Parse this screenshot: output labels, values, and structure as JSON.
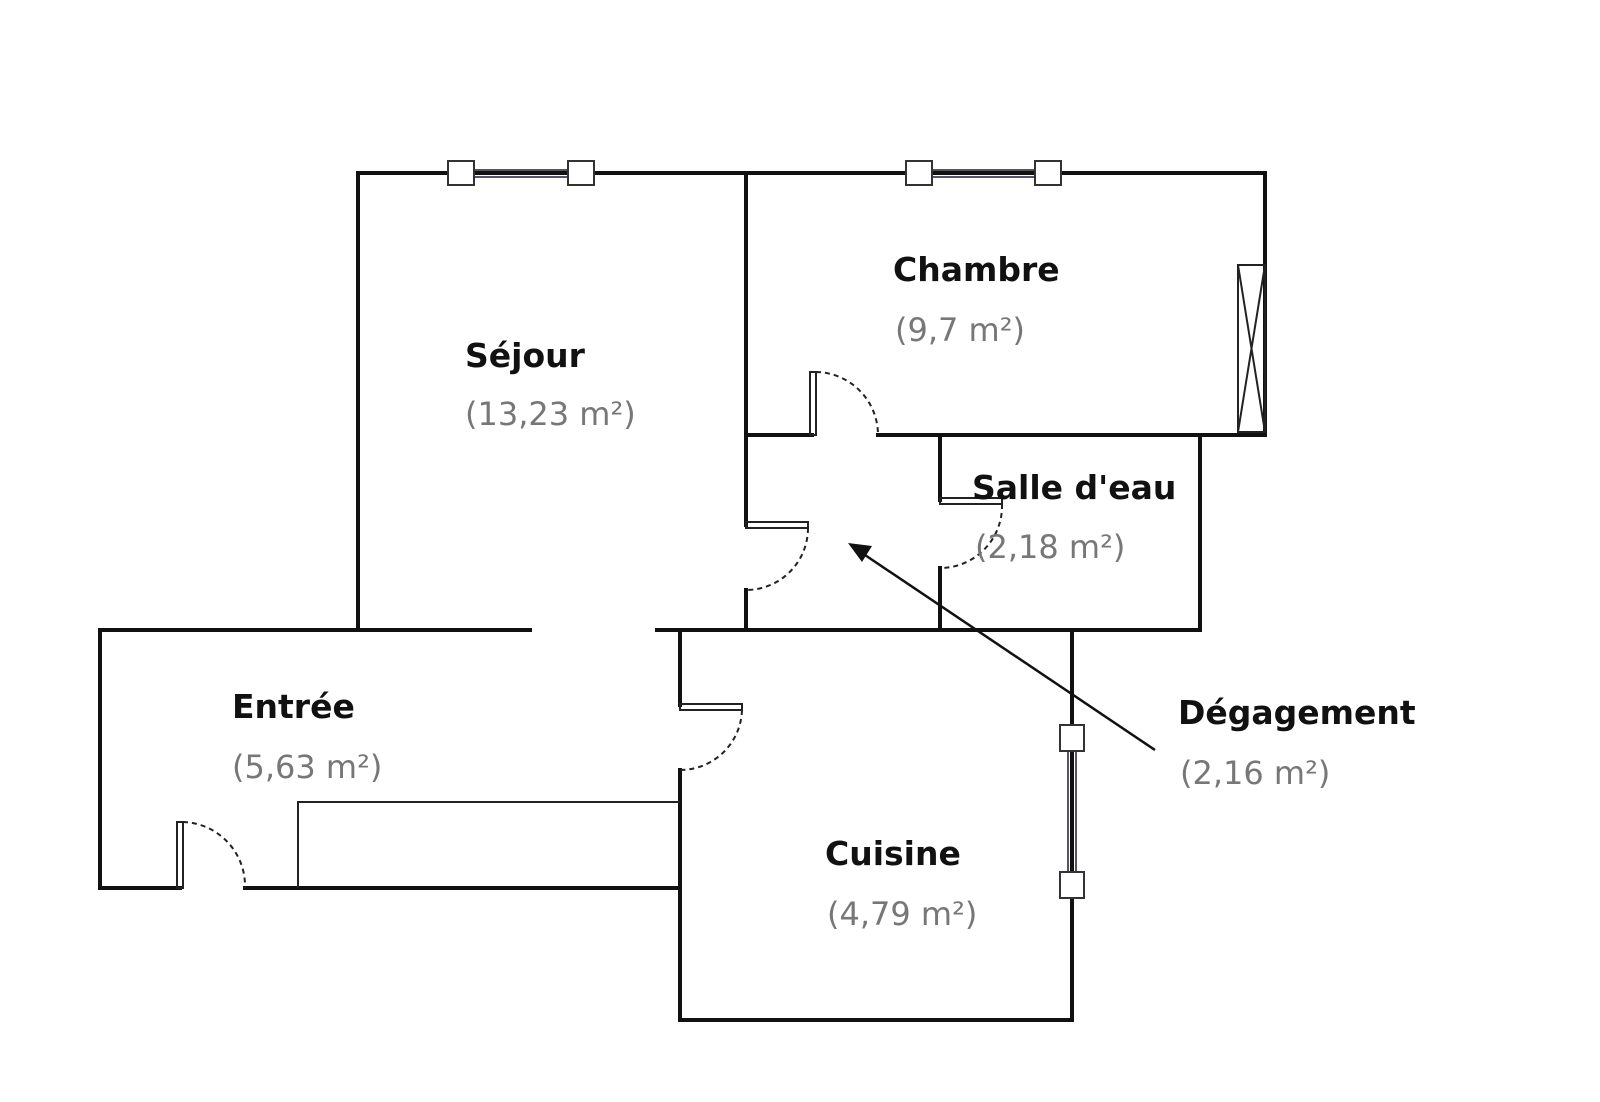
{
  "title": "Floor plan",
  "rooms": [
    {
      "name": "Séjour",
      "area": "(13,23 m²)"
    },
    {
      "name": "Chambre",
      "area": "(9,7 m²)"
    },
    {
      "name": "Salle d'eau",
      "area": "(2,18 m²)"
    },
    {
      "name": "Dégagement",
      "area": "(2,16 m²)"
    },
    {
      "name": "Entrée",
      "area": "(5,63 m²)"
    },
    {
      "name": "Cuisine",
      "area": "(4,79 m²)"
    }
  ]
}
